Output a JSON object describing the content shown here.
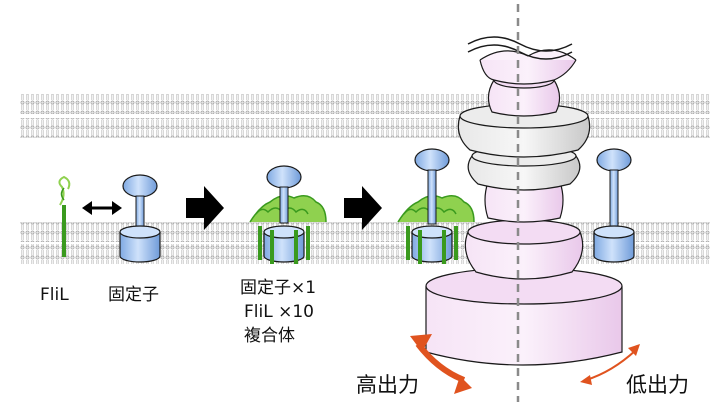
{
  "labels": {
    "flil": "FliL",
    "stator": "固定子",
    "complex_line1": "固定子×1",
    "complex_line2": "FliL ×10",
    "complex_line3": "複合体",
    "high_output": "高出力",
    "low_output": "低出力"
  },
  "colors": {
    "stator_blue": "#9fc4f0",
    "stator_blue_dark": "#6a9ad8",
    "flil_green": "#3a9a1e",
    "flil_light_green": "#8fd14f",
    "motor_pink": "#f3dcf3",
    "motor_gray": "#d9d9d9",
    "arrow_orange": "#e0531f",
    "membrane_gray": "#bdbdbd",
    "arrow_black": "#000000"
  },
  "icons": {
    "double_arrow": "double-headed-arrow",
    "step_arrows": "black-block-arrow",
    "rotation_arrows": "curved-double-arrow"
  }
}
